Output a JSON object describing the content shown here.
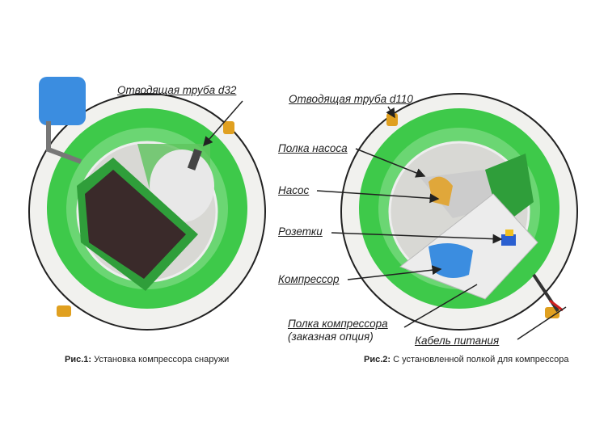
{
  "figure1": {
    "label_outlet_pipe": "Отводящая труба d32",
    "caption_num": "Рис.1:",
    "caption_text": " Установка компрессора снаружи"
  },
  "figure2": {
    "label_outlet_pipe": "Отводящая труба d110",
    "label_pump_shelf": "Полка насоса",
    "label_pump": "Насос",
    "label_sockets": "Розетки",
    "label_compressor": "Компрессор",
    "label_compressor_shelf_1": "Полка компрессора",
    "label_compressor_shelf_2": "(заказная опция)",
    "label_power_cable": "Кабель питания",
    "caption_num": "Рис.2:",
    "caption_text": " С установленной полкой для компрессора"
  },
  "colors": {
    "green": "#3ec94a",
    "blue": "#3b8de0",
    "pump": "#e0a73a"
  }
}
